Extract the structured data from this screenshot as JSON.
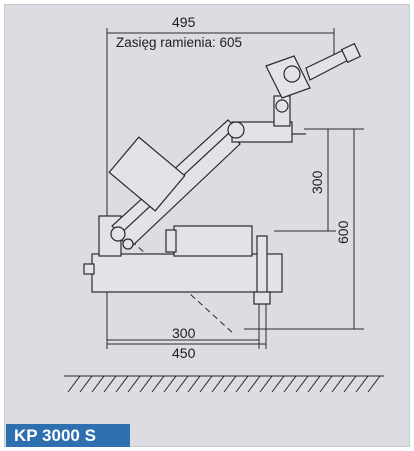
{
  "dimensions": {
    "top_width": "495",
    "arm_reach": "Zasięg ramienia: 605",
    "height_inner": "300",
    "height_total": "600",
    "base_inner": "300",
    "base_total": "450"
  },
  "model_label": "KP 3000 S",
  "colors": {
    "background": "#dcdde2",
    "line": "#2a2a2e",
    "badge": "#2e6fb0",
    "badge_text": "#ffffff"
  }
}
